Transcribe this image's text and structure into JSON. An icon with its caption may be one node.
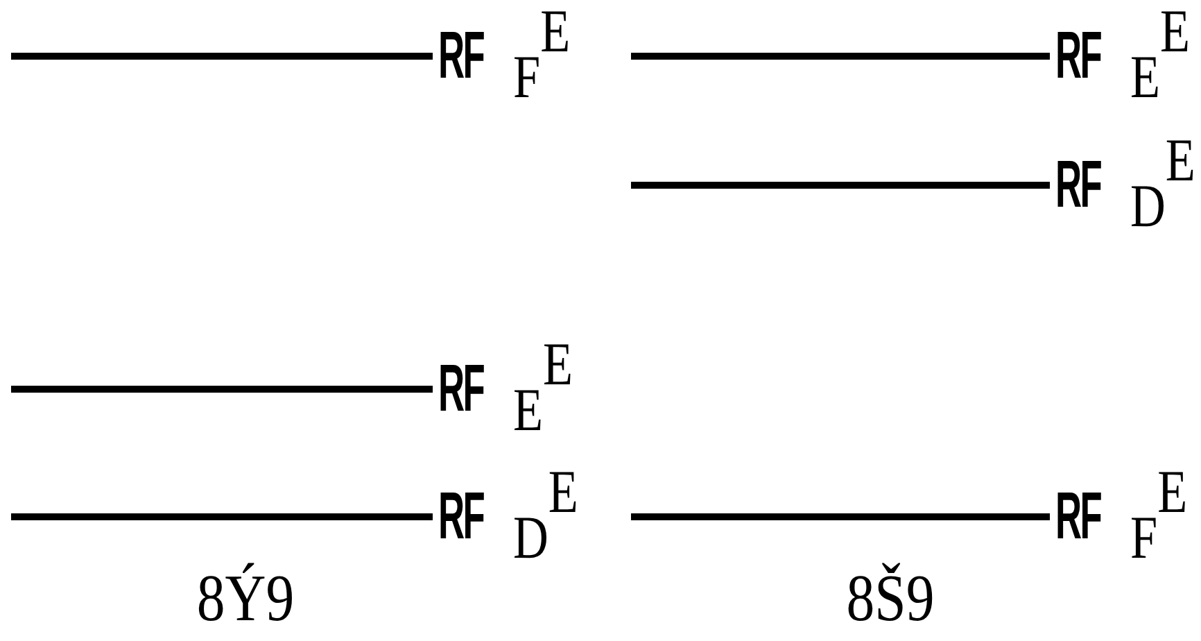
{
  "diagram": {
    "nodes": [
      {
        "text": [],
        "shape": "bar",
        "beside": [
          "RF",
          "F$^{E}$"
        ]
      },
      {
        "text": [],
        "shape": "bar",
        "beside": [
          "RF",
          "E$^{E}$"
        ]
      },
      {
        "text": [],
        "shape": "bar",
        "beside": [
          "RF",
          "D$^{E}$"
        ]
      },
      {
        "text": [],
        "shape": "bar",
        "beside": [
          "RF",
          "E$^{E}$"
        ]
      },
      {
        "text": [],
        "shape": "bar",
        "beside": [
          "RF",
          "D$^{E}$"
        ]
      },
      {
        "text": [],
        "shape": "bar",
        "beside": [
          "RF",
          "F$^{E}$"
        ]
      }
    ],
    "labels": [
      "8Ý9",
      "8Š9"
    ]
  }
}
